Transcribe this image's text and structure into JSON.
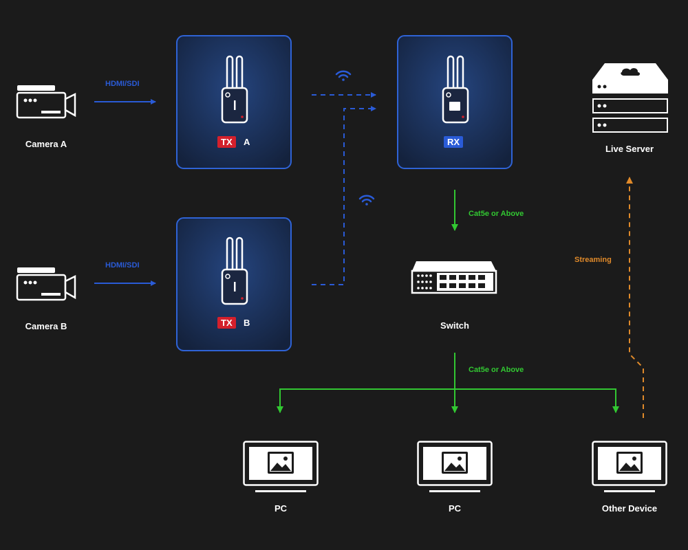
{
  "cameras": [
    {
      "id": "a",
      "label": "Camera A"
    },
    {
      "id": "b",
      "label": "Camera B"
    }
  ],
  "transmitters": [
    {
      "id": "a",
      "tag": "TX",
      "suffix": "A"
    },
    {
      "id": "b",
      "tag": "TX",
      "suffix": "B"
    }
  ],
  "receiver": {
    "tag": "RX"
  },
  "server": {
    "label": "Live Server"
  },
  "switch": {
    "label": "Switch"
  },
  "endpoints": [
    {
      "id": "pc1",
      "label": "PC"
    },
    {
      "id": "pc2",
      "label": "PC"
    },
    {
      "id": "other",
      "label": "Other Device"
    }
  ],
  "connections": {
    "hdmi_a": "HDMI/SDI",
    "hdmi_b": "HDMI/SDI",
    "rx_switch": "Cat5e or Above",
    "switch_devices": "Cat5e or Above",
    "streaming": "Streaming"
  },
  "colors": {
    "background": "#1b1b1b",
    "video_link": "#2a5bd7",
    "ethernet": "#32c832",
    "streaming": "#e08a2a",
    "tx_tag": "#d4202c",
    "rx_tag": "#2a5bd7",
    "panel_border": "#2f63d6"
  },
  "icons": [
    "camera-icon",
    "transmitter-icon",
    "receiver-icon",
    "wifi-icon",
    "server-icon",
    "switch-icon",
    "monitor-icon",
    "image-icon"
  ]
}
